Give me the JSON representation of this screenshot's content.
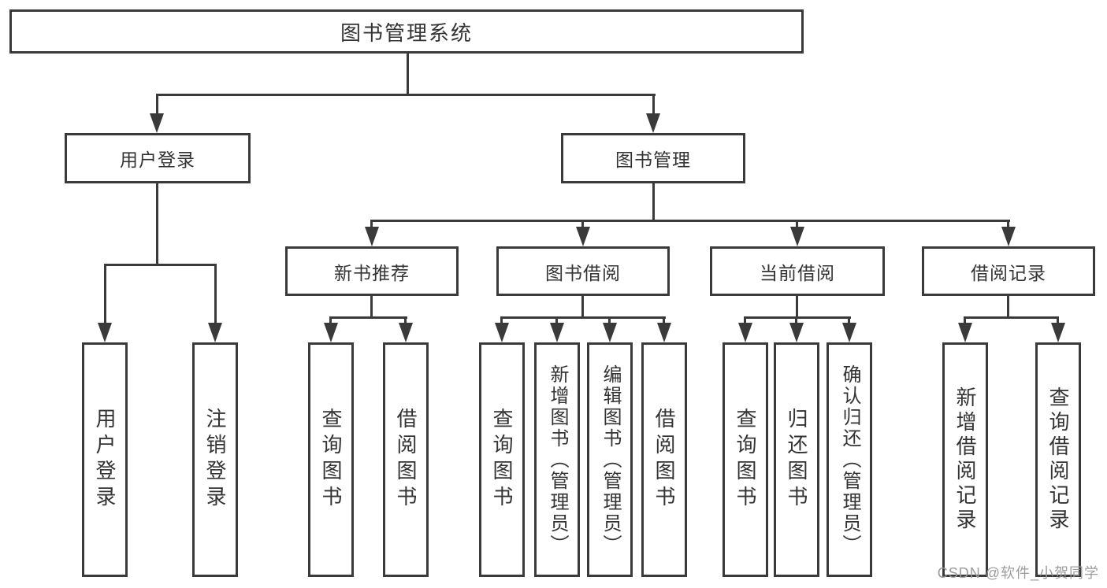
{
  "diagram": {
    "title_node_note": "tree of library management system features",
    "root": {
      "label": "图书管理系统"
    },
    "branches": [
      {
        "label": "用户登录",
        "children": [
          {
            "label": "用户登录"
          },
          {
            "label": "注销登录"
          }
        ]
      },
      {
        "label": "图书管理",
        "children": [
          {
            "label": "新书推荐",
            "children": [
              {
                "label": "查询图书"
              },
              {
                "label": "借阅图书"
              }
            ]
          },
          {
            "label": "图书借阅",
            "children": [
              {
                "label": "查询图书"
              },
              {
                "label": "新增图书（管理员）"
              },
              {
                "label": "编辑图书（管理员）"
              },
              {
                "label": "借阅图书"
              }
            ]
          },
          {
            "label": "当前借阅",
            "children": [
              {
                "label": "查询图书"
              },
              {
                "label": "归还图书"
              },
              {
                "label": "确认归还（管理员）"
              }
            ]
          },
          {
            "label": "借阅记录",
            "children": [
              {
                "label": "新增借阅记录"
              },
              {
                "label": "查询借阅记录"
              }
            ]
          }
        ]
      }
    ]
  },
  "watermark": {
    "text": "CSDN @软件_小贺同学"
  },
  "colors": {
    "line": "#3a3a3a",
    "text": "#333333",
    "background": "#ffffff",
    "watermark": "#9c9c9c"
  }
}
